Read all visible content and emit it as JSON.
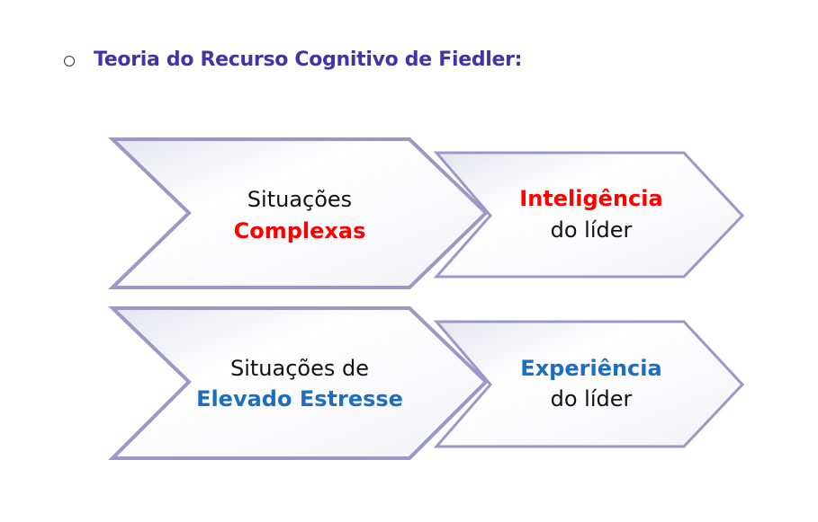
{
  "header": {
    "title": "Teoria do Recurso Cognitivo de Fiedler:"
  },
  "diagram": {
    "rows": [
      {
        "situation_line1": "Situações",
        "situation_line2": "Complexas",
        "resource_line1": "Inteligência",
        "resource_line2": "do líder",
        "accent": "#ff0000"
      },
      {
        "situation_line1": "Situações de",
        "situation_line2": "Elevado Estresse",
        "resource_line1": "Experiência",
        "resource_line2": "do líder",
        "accent": "#1b6fc0"
      }
    ]
  }
}
